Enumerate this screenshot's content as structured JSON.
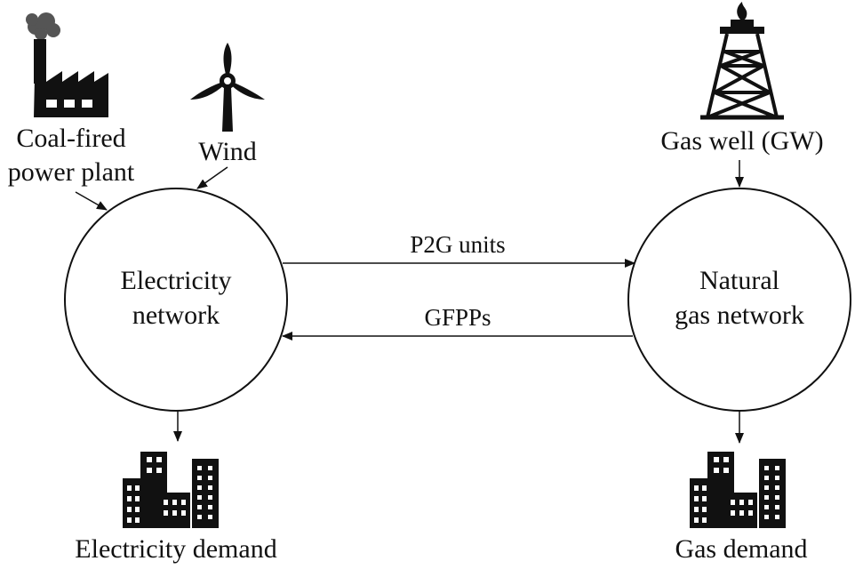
{
  "sources": {
    "coal_plant": {
      "line1": "Coal-fired",
      "line2": "power plant",
      "icon": "factory-icon"
    },
    "wind": {
      "label": "Wind",
      "icon": "wind-turbine-icon"
    },
    "gas_well": {
      "label": "Gas well (GW)",
      "icon": "gas-well-icon"
    }
  },
  "nodes": {
    "electricity": {
      "line1": "Electricity",
      "line2": "network"
    },
    "gas": {
      "line1": "Natural",
      "line2": "gas network"
    }
  },
  "links": {
    "p2g": {
      "label": "P2G units",
      "direction": "electricity-to-gas"
    },
    "gfpp": {
      "label": "GFPPs",
      "direction": "gas-to-electricity"
    }
  },
  "demands": {
    "electricity": {
      "label": "Electricity demand",
      "icon": "buildings-icon"
    },
    "gas": {
      "label": "Gas demand",
      "icon": "buildings-icon"
    }
  },
  "colors": {
    "stroke": "#111111",
    "background": "#ffffff"
  }
}
